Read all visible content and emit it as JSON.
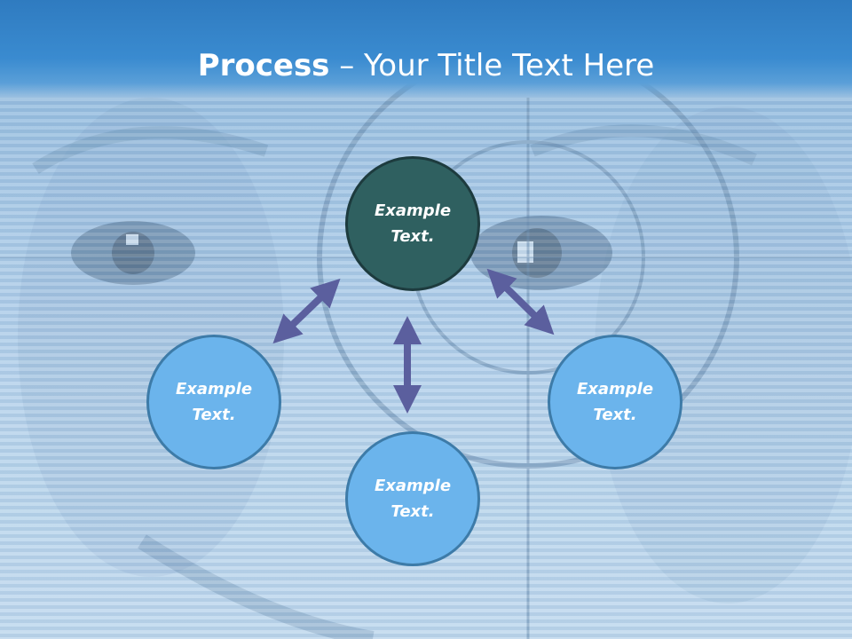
{
  "title": {
    "bold": "Process",
    "rest": " – Your Title Text Here"
  },
  "nodes": {
    "top": "Example\nText.",
    "left": "Example\nText.",
    "bottom": "Example\nText.",
    "right": "Example\nText."
  },
  "colors": {
    "title_bar": "#3a8bd0",
    "node_dark": "#2f6060",
    "node_light": "#6bb4ec",
    "arrow": "#5b5f9e"
  }
}
